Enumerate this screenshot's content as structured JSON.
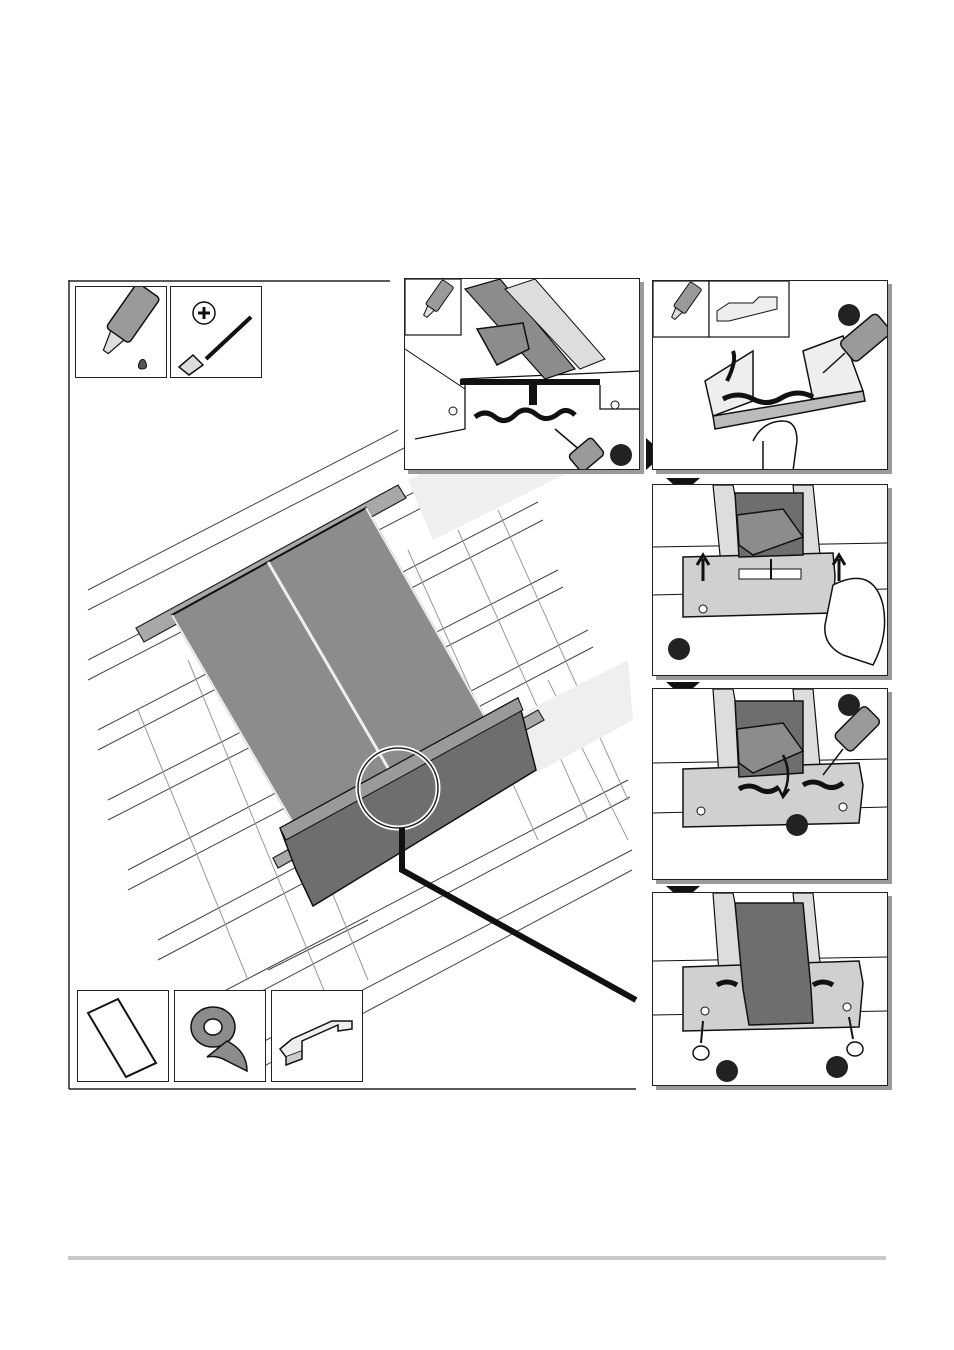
{
  "page": {
    "background": "#ffffff",
    "line_color": "#1a1a1a",
    "panel_gray": "#8c8c8c",
    "flashing_gray": "#6e6e6e",
    "light_gray": "#d6d6d6"
  },
  "main_illustration": {
    "tools": [
      "sealant-tube-icon",
      "phillips-screwdriver-icon"
    ],
    "parts": [
      "flashing-sheet-icon",
      "adhesive-tape-roll-icon",
      "metal-bracket-icon"
    ],
    "detail_callout": "circle-zoom"
  },
  "steps": [
    {
      "id": "step-a",
      "tools": [
        "sealant-tube-icon"
      ],
      "markers": 1
    },
    {
      "id": "step-b",
      "tools": [
        "sealant-tube-icon",
        "metal-bracket-icon"
      ],
      "markers": 1
    },
    {
      "id": "step-c",
      "markers": 1
    },
    {
      "id": "step-d",
      "markers": 2
    },
    {
      "id": "step-e",
      "markers": 2
    }
  ]
}
